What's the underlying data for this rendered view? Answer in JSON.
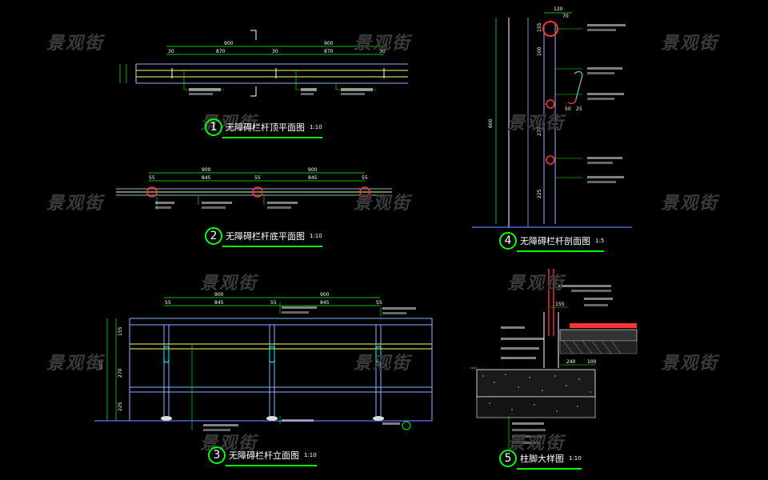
{
  "watermark": "景观街",
  "views": {
    "v1": {
      "num": "1",
      "title": "无障碍栏杆顶平面图",
      "scale": "1:10"
    },
    "v2": {
      "num": "2",
      "title": "无障碍栏杆底平面图",
      "scale": "1:10"
    },
    "v3": {
      "num": "3",
      "title": "无障碍栏杆立面图",
      "scale": "1:10"
    },
    "v4": {
      "num": "4",
      "title": "无障碍栏杆剖面图",
      "scale": "1:5"
    },
    "v5": {
      "num": "5",
      "title": "柱脚大样图",
      "scale": "1:10"
    }
  },
  "dims": {
    "d900": "900",
    "d870": "870",
    "d30": "30",
    "d845": "845",
    "d55": "55",
    "d120": "120",
    "d70": "70",
    "d50": "50",
    "d25": "25",
    "d600": "600",
    "d155": "155",
    "d270": "270",
    "d225": "225",
    "d100": "100",
    "d240": "240"
  }
}
